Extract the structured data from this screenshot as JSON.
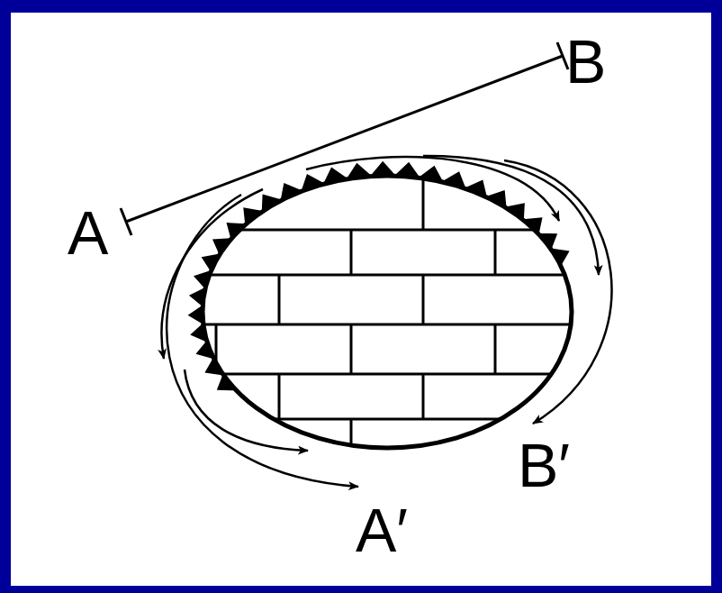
{
  "diagram": {
    "labels": [
      "A",
      "B",
      "A′",
      "B′"
    ]
  }
}
